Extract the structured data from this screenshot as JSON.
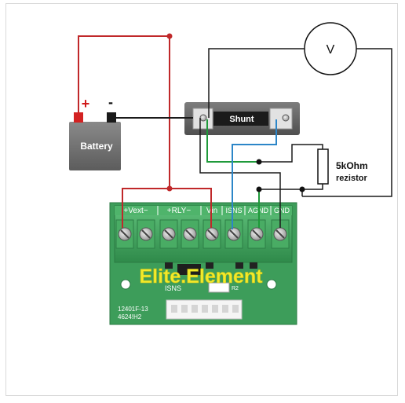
{
  "battery": {
    "label": "Battery",
    "plus": "+",
    "minus": "-"
  },
  "shunt": {
    "label": "Shunt"
  },
  "voltmeter": {
    "label": "V"
  },
  "resistor": {
    "line1": "5kOhm",
    "line2": "rezistor"
  },
  "board": {
    "brand": "Elite.Element",
    "header": {
      "vext": "+Vext−",
      "rly": "+RLY−",
      "vin": "Vin",
      "sns": "ISNS",
      "agnd": "AGND",
      "gnd": "GND"
    },
    "isns_label": "ISNS",
    "r2_label": "R2",
    "code1": "12401F-13",
    "code2": "4624!H2"
  },
  "colors": {
    "red_wire": "#c0282a",
    "black_wire": "#1a1a1a",
    "green_wire": "#1f9a3a",
    "blue_wire": "#2c86c8",
    "board": "#3a9a57",
    "brand_text": "#f2ea2a"
  }
}
